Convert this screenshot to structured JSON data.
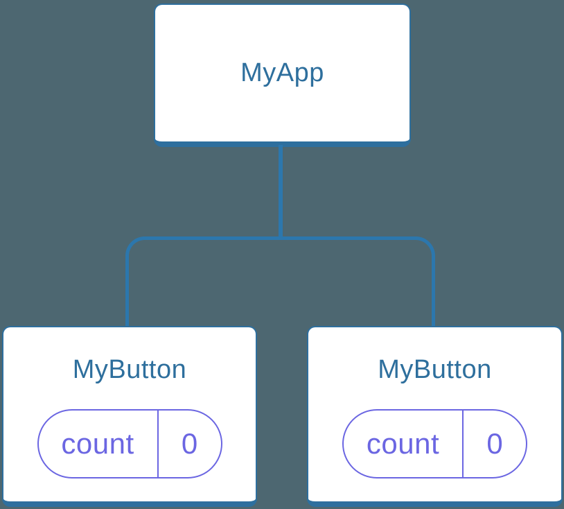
{
  "diagram": {
    "type": "component-tree",
    "background_color": "#4D6771",
    "node_border_color": "#2E6F9E",
    "connector_color": "#2C77AD",
    "title_color": "#2E6F9D",
    "state_color": "#6B66E2",
    "root": {
      "title": "MyApp"
    },
    "children": [
      {
        "title": "MyButton",
        "state": {
          "key": "count",
          "value": "0"
        }
      },
      {
        "title": "MyButton",
        "state": {
          "key": "count",
          "value": "0"
        }
      }
    ]
  }
}
